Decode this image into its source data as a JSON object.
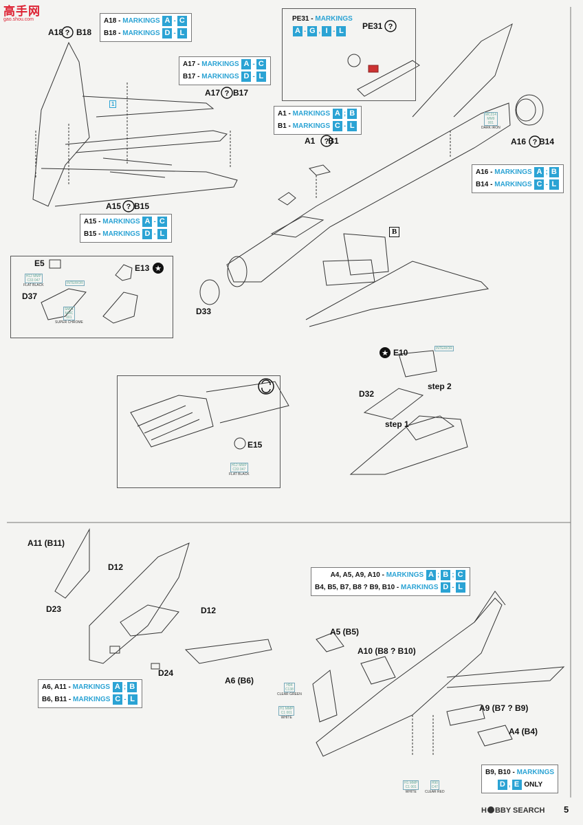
{
  "watermark": {
    "text": "高手网",
    "url": "gao.shou.com"
  },
  "footer": {
    "hobby": "H",
    "search_text": "BBY SEARCH",
    "page_number": "5"
  },
  "labels": {
    "a18_b18": "A18",
    "a18_b18_b": "B18",
    "a17_b17": "A17",
    "a17_b17_b": "B17",
    "pe31": "PE31",
    "a1_b1": "A1",
    "a1_b1_b": "B1",
    "a16_b14": "A16",
    "a16_b14_b": "B14",
    "a15_b15": "A15",
    "a15_b15_b": "B15",
    "e5": "E5",
    "d37": "D37",
    "e13": "E13",
    "d33": "D33",
    "b_badge": "B",
    "e10": "E10",
    "d32": "D32",
    "step1": "step 1",
    "step2": "step 2",
    "e15": "E15",
    "a11_b11": "A11 (B11)",
    "d12_top": "D12",
    "d12_right": "D12",
    "d23": "D23",
    "d24": "D24",
    "a6_b6": "A6 (B6)",
    "a5_b5": "A5 (B5)",
    "a10_b8_b10": "A10 (B8 ? B10)",
    "a9_b7_b9": "A9 (B7 ? B9)",
    "a4_b4": "A4 (B4)",
    "part_1": "1"
  },
  "markings": {
    "a18": {
      "prefix": "A18 - ",
      "word": "MARKINGS",
      "letters": [
        "A",
        "C"
      ],
      "sep": "-"
    },
    "b18": {
      "prefix": "B18 - ",
      "word": "MARKINGS",
      "letters": [
        "D",
        "L"
      ],
      "sep": "-"
    },
    "a17": {
      "prefix": "A17 - ",
      "word": "MARKINGS",
      "letters": [
        "A",
        "C"
      ],
      "sep": "-"
    },
    "b17": {
      "prefix": "B17 - ",
      "word": "MARKINGS",
      "letters": [
        "D",
        "L"
      ],
      "sep": "-"
    },
    "pe31": {
      "prefix": "PE31 - ",
      "word": "MARKINGS",
      "letters": [
        "A",
        "G",
        "I",
        "L"
      ]
    },
    "a1": {
      "prefix": "A1 - ",
      "word": "MARKINGS",
      "letters": [
        "A",
        "B"
      ],
      "sep": ";"
    },
    "b1": {
      "prefix": "B1 - ",
      "word": "MARKINGS",
      "letters": [
        "C",
        "L"
      ],
      "sep": "-"
    },
    "a16": {
      "prefix": "A16 - ",
      "word": "MARKINGS",
      "letters": [
        "A",
        "B"
      ],
      "sep": ";"
    },
    "b14": {
      "prefix": "B14 - ",
      "word": "MARKINGS",
      "letters": [
        "C",
        "L"
      ],
      "sep": "-"
    },
    "a15": {
      "prefix": "A15 - ",
      "word": "MARKINGS",
      "letters": [
        "A",
        "C"
      ],
      "sep": "-"
    },
    "b15": {
      "prefix": "B15 - ",
      "word": "MARKINGS",
      "letters": [
        "D",
        "L"
      ],
      "sep": "-"
    },
    "a4_group": {
      "prefix": "A4, A5, A9, A10 - ",
      "word": "MARKINGS",
      "letters": [
        "A",
        "B",
        "C"
      ],
      "sep": ";"
    },
    "b4_group": {
      "prefix": "B4, B5, B7, B8 ? B9, B10 - ",
      "word": "MARKINGS",
      "letters": [
        "D",
        "L"
      ],
      "sep": "-"
    },
    "a6_a11": {
      "prefix": "A6, A11 - ",
      "word": "MARKINGS",
      "letters": [
        "A",
        "B"
      ],
      "sep": ";"
    },
    "b6_b11": {
      "prefix": "B6, B11 - ",
      "word": "MARKINGS",
      "letters": [
        "C",
        "L"
      ],
      "sep": "-"
    },
    "b9_b10": {
      "prefix": "B9, B10 - ",
      "word": "MARKINGS",
      "letters": [
        "D",
        "E"
      ],
      "suffix": " ONLY",
      "sep": ","
    }
  },
  "paints": {
    "dark_iron": {
      "codes": [
        "MC214",
        "MM9",
        "001"
      ],
      "name": "DARK IRON"
    },
    "flat_black_e5": {
      "codes": [
        "H12",
        "MMP",
        "C33",
        "047"
      ],
      "name": "FLAT BLACK"
    },
    "super_chrome": {
      "codes": [
        "SM01",
        "MMC",
        "001"
      ],
      "name": "SUPER CHROME"
    },
    "flat_black_e15": {
      "codes": [
        "H12",
        "MMP",
        "C33",
        "047"
      ],
      "name": "FLAT BLACK"
    },
    "clear_green": {
      "codes": [
        "H94",
        "C138"
      ],
      "name": "CLEAR GREEN"
    },
    "white_left": {
      "codes": [
        "H1",
        "MMP",
        "C1",
        "001"
      ],
      "name": "WHITE"
    },
    "white_bottom": {
      "codes": [
        "H1",
        "MMP",
        "C1",
        "001"
      ],
      "name": "WHITE"
    },
    "clear_red": {
      "codes": [
        "H90",
        "C47"
      ],
      "name": "CLEAR RED"
    }
  },
  "callouts": {
    "interior_1": "INTERIOR",
    "interior_2": "INTERIOR"
  },
  "icons": [
    "question-circle-icon",
    "star-circle-icon",
    "rotate-arrows-icon"
  ]
}
